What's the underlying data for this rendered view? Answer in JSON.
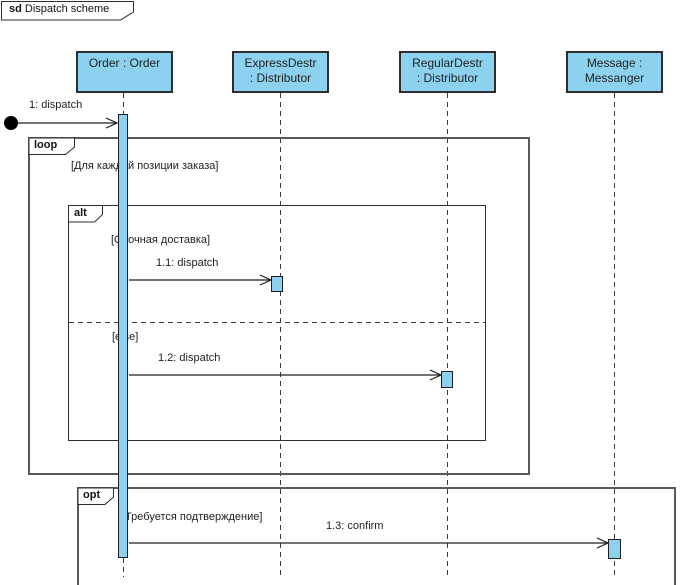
{
  "frame_title": {
    "keyword": "sd",
    "name": " Dispatch scheme"
  },
  "lifelines": [
    {
      "id": "order",
      "line1": "Order : Order",
      "line2": ""
    },
    {
      "id": "express",
      "line1": "ExpressDestr",
      "line2": ": Distributor"
    },
    {
      "id": "regular",
      "line1": "RegularDestr",
      "line2": ": Distributor"
    },
    {
      "id": "message",
      "line1": "Message :",
      "line2": "Messanger"
    }
  ],
  "fragments": {
    "loop": {
      "operator": "loop",
      "guard": "[Для каждой позиции заказа]"
    },
    "alt": {
      "operator": "alt",
      "guard_if": "[Срочная доставка]",
      "guard_else": "[else]"
    },
    "opt": {
      "operator": "opt",
      "guard": "[Требуется подтверждение]"
    }
  },
  "messages": {
    "m1": {
      "label": "1: dispatch"
    },
    "m11": {
      "label": "1.1: dispatch"
    },
    "m12": {
      "label": "1.2: dispatch"
    },
    "m13": {
      "label": "1.3: confirm"
    }
  },
  "colors": {
    "shape_fill": "#8cd2ef",
    "shape_border": "#2e2e2e",
    "frame_border": "#595959",
    "text": "#1f1f1f"
  }
}
